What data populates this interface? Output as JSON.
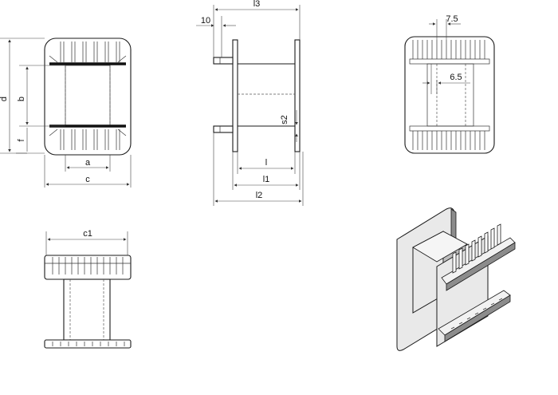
{
  "dimensions": {
    "d": "d",
    "b": "b",
    "f": "f",
    "a": "a",
    "c": "c",
    "l3": "l3",
    "ten": "10",
    "s2": "s2",
    "l": "l",
    "l1": "l1",
    "l2": "l2",
    "seven_five": "7.5",
    "six_five": "6.5",
    "c1": "c1"
  },
  "colors": {
    "line": "#1a1a1a",
    "iso_face": "#e9e9e9",
    "iso_shadow": "#8c8c8c"
  }
}
